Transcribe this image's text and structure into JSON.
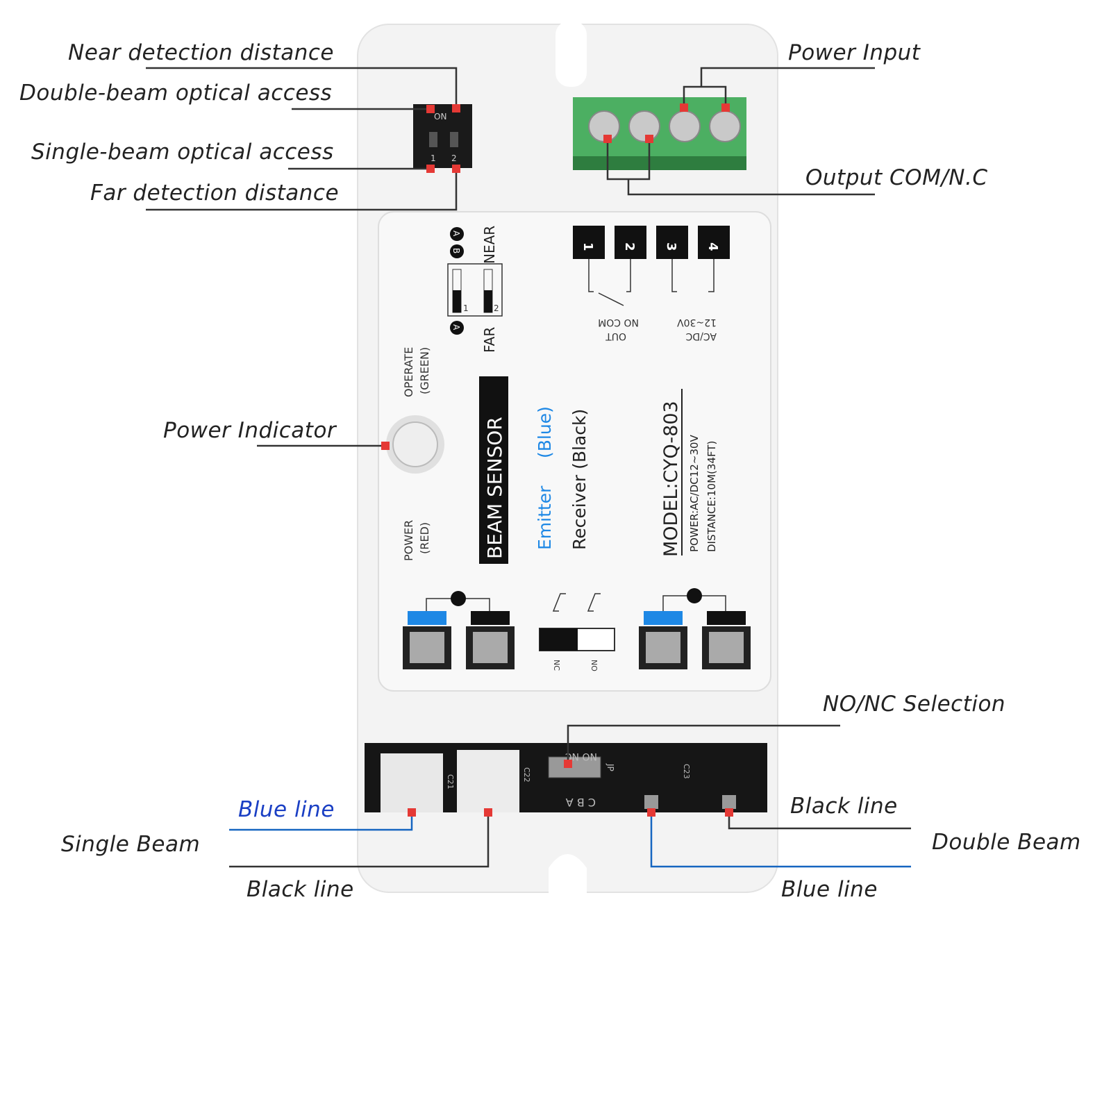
{
  "labels": {
    "near_detection": "Near detection distance",
    "double_beam_access": "Double-beam optical access",
    "single_beam_access": "Single-beam optical access",
    "far_detection": "Far detection distance",
    "power_input": "Power Input",
    "output_com_nc": "Output COM/N.C",
    "power_indicator": "Power Indicator",
    "no_nc_selection": "NO/NC Selection",
    "blue_line_left": "Blue line",
    "single_beam": "Single Beam",
    "black_line_left": "Black line",
    "black_line_right": "Black line",
    "double_beam": "Double Beam",
    "blue_line_right": "Blue line"
  },
  "device": {
    "dip_on": "ON",
    "dip_1": "1",
    "dip_2": "2",
    "circle_a": "A",
    "circle_b": "B",
    "near": "NEAR",
    "far": "FAR",
    "sw1": "1",
    "sw2": "2",
    "operate": "OPERATE",
    "green": "(GREEN)",
    "power": "POWER",
    "red": "(RED)",
    "beam_sensor": "BEAM SENSOR",
    "emitter": "Emitter",
    "blue": "(Blue)",
    "receiver": "Receiver (Black)",
    "model": "MODEL:CYQ-803",
    "power_spec": "POWER:AC/DC12~30V",
    "distance_spec": "DISTANCE:10M(34FT)",
    "terminals": [
      "1",
      "2",
      "3",
      "4"
    ],
    "out_label": "OUT",
    "no_com": "NO COM",
    "acdc": "AC/DC",
    "voltage": "12~30V",
    "nc": "NC",
    "no": "NO",
    "pcb_nonc": "NO NC",
    "pcb_cba": "C B A",
    "pcb_jp": "JP",
    "pcb_c21": "C21",
    "pcb_c22": "C22",
    "pcb_c23": "C23"
  },
  "colors": {
    "terminal_green": "#4caf62",
    "marker_red": "#e53935",
    "emitter_blue": "#1e88e5",
    "blue_line": "#1565c0"
  }
}
